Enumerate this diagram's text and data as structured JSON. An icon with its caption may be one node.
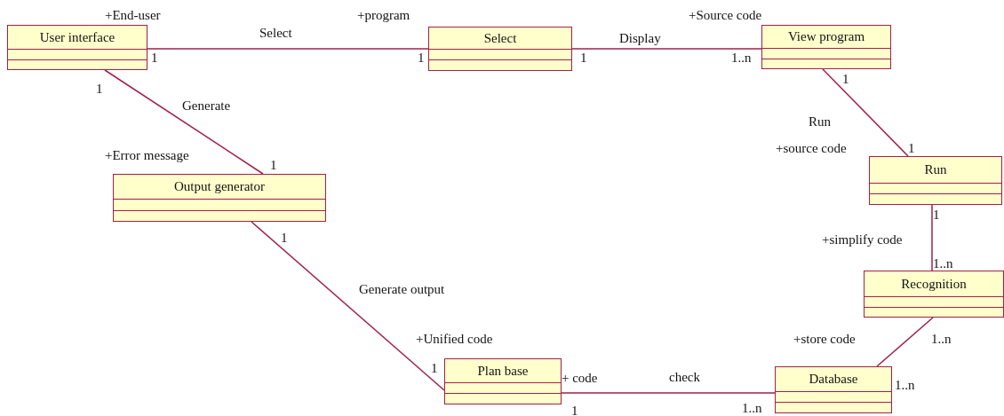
{
  "diagram": {
    "nodes": [
      {
        "text": [
          "User interface"
        ]
      },
      {
        "text": [
          "Select"
        ]
      },
      {
        "text": [
          "View program"
        ]
      },
      {
        "text": [
          "Output generator"
        ]
      },
      {
        "text": [
          "Run"
        ]
      },
      {
        "text": [
          "Recognition"
        ]
      },
      {
        "text": [
          "Plan base"
        ]
      },
      {
        "text": [
          "Database"
        ]
      }
    ],
    "edges": [
      {
        "from": 0,
        "to": 1,
        "arrow": "none",
        "label": "Select"
      },
      {
        "from": 1,
        "to": 2,
        "arrow": "none",
        "label": "Display"
      },
      {
        "from": 0,
        "to": 3,
        "arrow": "none",
        "label": "Generate"
      },
      {
        "from": 2,
        "to": 4,
        "arrow": "none",
        "label": "Run"
      },
      {
        "from": 3,
        "to": 6,
        "arrow": "none",
        "label": "Generate output"
      },
      {
        "from": 4,
        "to": 5,
        "arrow": "none"
      },
      {
        "from": 5,
        "to": 7,
        "arrow": "none"
      },
      {
        "from": 6,
        "to": 7,
        "arrow": "none",
        "label": "check"
      }
    ],
    "labels": [
      "+End-user",
      "+program",
      "+Source code",
      "1",
      "1",
      "1",
      "1..n",
      "1",
      "1",
      "+source code",
      "1",
      "+Error message",
      "1",
      "1",
      "1",
      "+simplify code",
      "1..n",
      "+Unified code",
      "+store code",
      "1..n",
      "1",
      "1..n",
      "+ code",
      "1",
      "1..n"
    ]
  }
}
